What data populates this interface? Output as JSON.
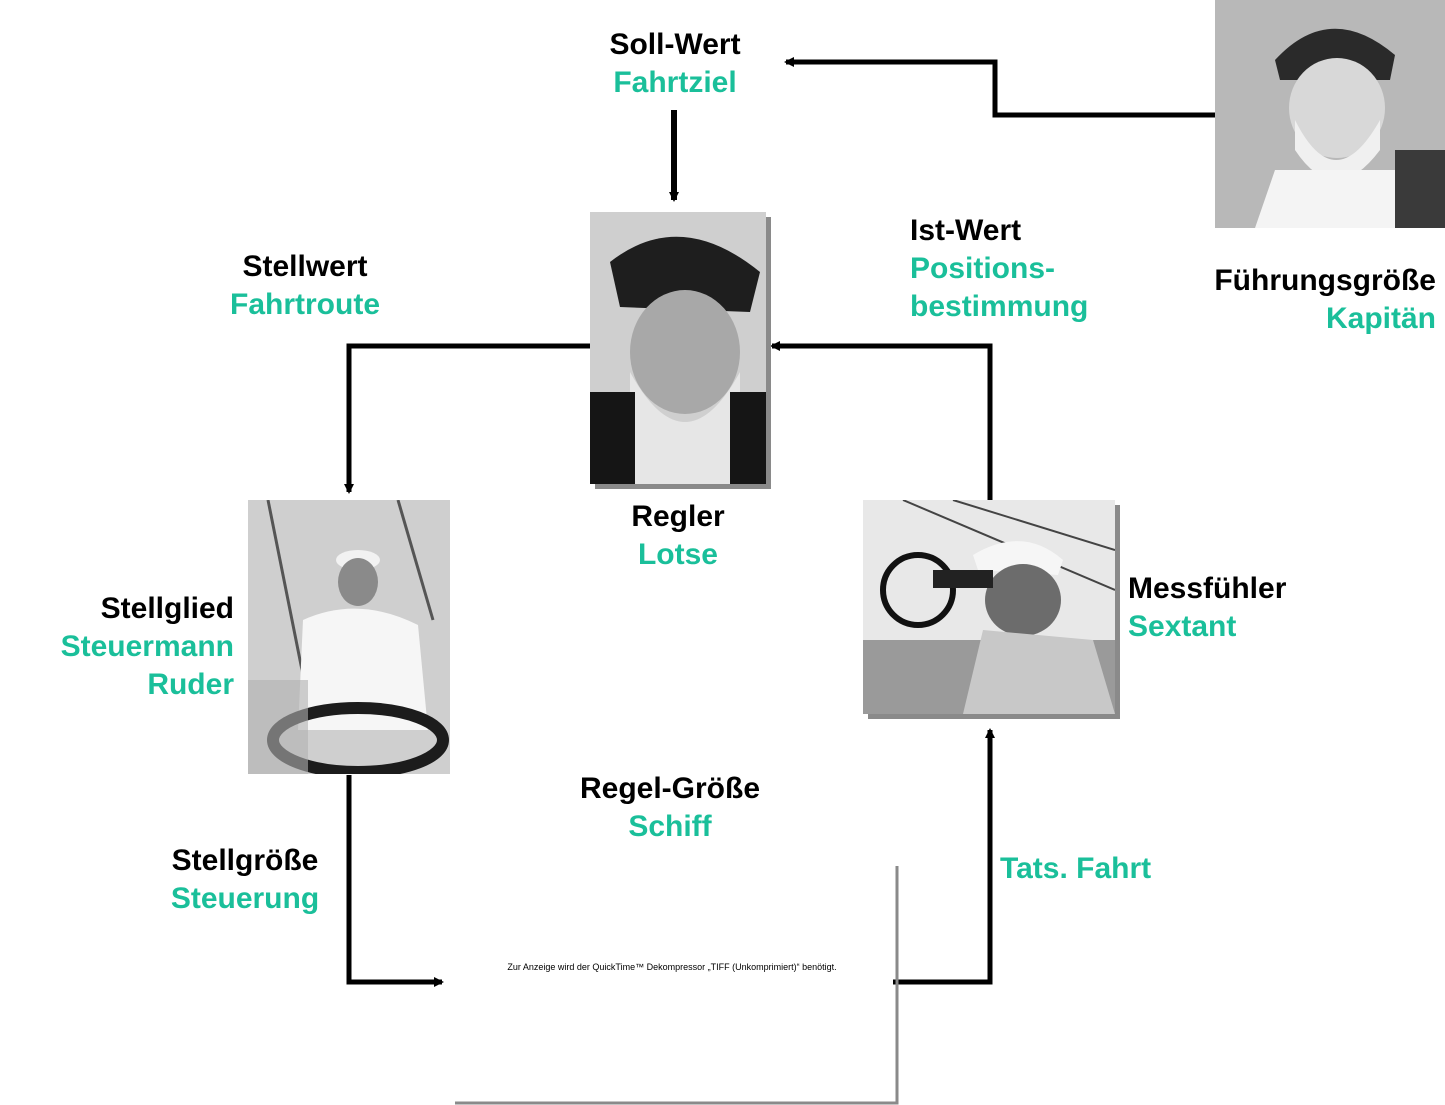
{
  "colors": {
    "accent": "#1abf9a",
    "line": "#000000",
    "frame": "#8a8a8a"
  },
  "soll": {
    "title": "Soll-Wert",
    "sub": "Fahrtziel"
  },
  "fuehrung": {
    "title": "Führungsgröße",
    "sub": "Kapitän"
  },
  "stellwert": {
    "title": "Stellwert",
    "sub": "Fahrtroute"
  },
  "istwert": {
    "title": "Ist-Wert",
    "sub1": "Positions-",
    "sub2": "bestimmung"
  },
  "regler": {
    "title": "Regler",
    "sub": "Lotse"
  },
  "stellglied": {
    "title": "Stellglied",
    "sub1": "Steuermann",
    "sub2": "Ruder"
  },
  "messfuehler": {
    "title": "Messfühler",
    "sub": "Sextant"
  },
  "regelgroesse": {
    "title": "Regel-Größe",
    "sub": "Schiff"
  },
  "stellgroesse": {
    "title": "Stellgröße",
    "sub": "Steuerung"
  },
  "tats_fahrt": {
    "text": "Tats. Fahrt"
  },
  "quicktime_notice": "Zur Anzeige wird der QuickTime™ Dekompressor „TIFF (Unkomprimiert)“ benötigt."
}
